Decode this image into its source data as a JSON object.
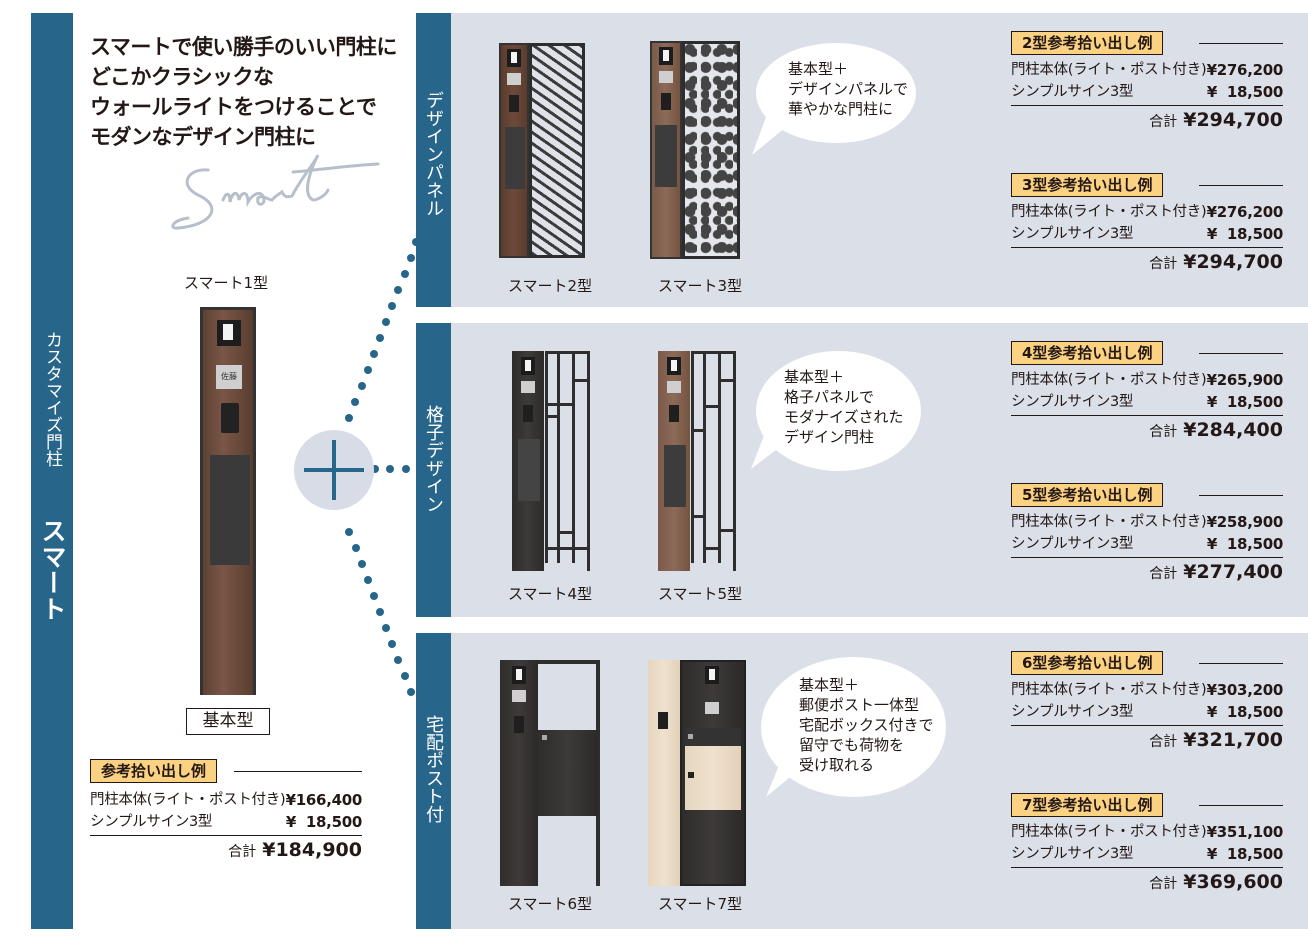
{
  "left_bar": {
    "subtitle": "カスタマイズ門柱",
    "title": "スマート"
  },
  "headline": {
    "lines": [
      "スマートで使い勝手のいい門柱に",
      "どこかクラシックな",
      "ウォールライトをつけることで",
      "モダンなデザイン門柱に"
    ],
    "script_word": "Smart"
  },
  "base_product": {
    "name": "スマート1型",
    "nameplate": "佐藤",
    "label": "基本型",
    "price": {
      "tag": "参考拾い出し例",
      "items": [
        {
          "label": "門柱本体(ライト・ポスト付き)",
          "value": "¥166,400"
        },
        {
          "label": "シンプルサイン3型",
          "value": "¥  18,500"
        }
      ],
      "total_label": "合計",
      "total_value": "¥184,900"
    }
  },
  "plus_icon": "plus-icon",
  "sections": [
    {
      "tab": "デザインパネル",
      "bubble": [
        "基本型＋",
        "デザインパネルで",
        "華やかな門柱に"
      ],
      "products": [
        {
          "name": "スマート2型"
        },
        {
          "name": "スマート3型"
        }
      ],
      "prices": [
        {
          "tag": "2型参考拾い出し例",
          "items": [
            {
              "label": "門柱本体(ライト・ポスト付き)",
              "value": "¥276,200"
            },
            {
              "label": "シンプルサイン3型",
              "value": "¥  18,500"
            }
          ],
          "total_label": "合計",
          "total_value": "¥294,700"
        },
        {
          "tag": "3型参考拾い出し例",
          "items": [
            {
              "label": "門柱本体(ライト・ポスト付き)",
              "value": "¥276,200"
            },
            {
              "label": "シンプルサイン3型",
              "value": "¥  18,500"
            }
          ],
          "total_label": "合計",
          "total_value": "¥294,700"
        }
      ]
    },
    {
      "tab": "格子デザイン",
      "bubble": [
        "基本型＋",
        "格子パネルで",
        "モダナイズされた",
        "デザイン門柱"
      ],
      "products": [
        {
          "name": "スマート4型"
        },
        {
          "name": "スマート5型"
        }
      ],
      "prices": [
        {
          "tag": "4型参考拾い出し例",
          "items": [
            {
              "label": "門柱本体(ライト・ポスト付き)",
              "value": "¥265,900"
            },
            {
              "label": "シンプルサイン3型",
              "value": "¥  18,500"
            }
          ],
          "total_label": "合計",
          "total_value": "¥284,400"
        },
        {
          "tag": "5型参考拾い出し例",
          "items": [
            {
              "label": "門柱本体(ライト・ポスト付き)",
              "value": "¥258,900"
            },
            {
              "label": "シンプルサイン3型",
              "value": "¥  18,500"
            }
          ],
          "total_label": "合計",
          "total_value": "¥277,400"
        }
      ]
    },
    {
      "tab": "宅配ポスト付",
      "bubble": [
        "基本型＋",
        "郵便ポスト一体型",
        "宅配ボックス付きで",
        "留守でも荷物を",
        "受け取れる"
      ],
      "products": [
        {
          "name": "スマート6型"
        },
        {
          "name": "スマート7型"
        }
      ],
      "prices": [
        {
          "tag": "6型参考拾い出し例",
          "items": [
            {
              "label": "門柱本体(ライト・ポスト付き)",
              "value": "¥303,200"
            },
            {
              "label": "シンプルサイン3型",
              "value": "¥  18,500"
            }
          ],
          "total_label": "合計",
          "total_value": "¥321,700"
        },
        {
          "tag": "7型参考拾い出し例",
          "items": [
            {
              "label": "門柱本体(ライト・ポスト付き)",
              "value": "¥351,100"
            },
            {
              "label": "シンプルサイン3型",
              "value": "¥  18,500"
            }
          ],
          "total_label": "合計",
          "total_value": "¥369,600"
        }
      ]
    }
  ],
  "colors": {
    "accent_blue": "#27668a",
    "section_bg": "#dadfe8",
    "tag_yellow": "#fbd182"
  }
}
